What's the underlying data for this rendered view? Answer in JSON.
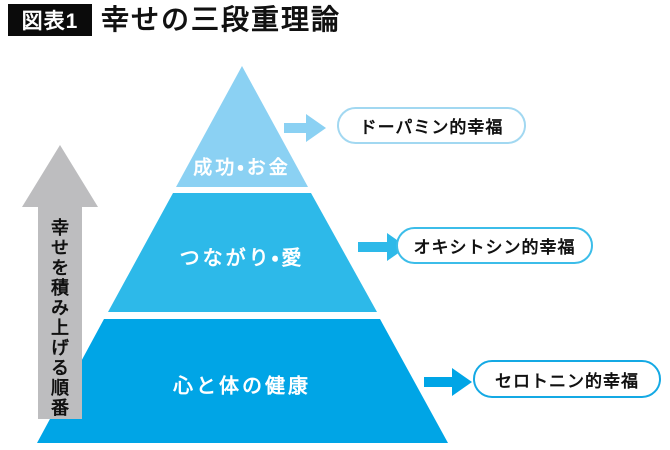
{
  "header": {
    "tag": "図表1",
    "title": "幸せの三段重理論"
  },
  "build_arrow": {
    "label": "幸せを積み上げる順番",
    "color": "#bdbdbf"
  },
  "pyramid": {
    "levels": [
      {
        "rank": 1,
        "label": "成功・お金",
        "happiness": "ドーパミン的幸福",
        "color": "#8bd1f3",
        "pill_border": "#a2d8f1"
      },
      {
        "rank": 2,
        "label": "つながり・愛",
        "happiness": "オキシトシン的幸福",
        "color": "#2db9e9",
        "pill_border": "#3cbde9"
      },
      {
        "rank": 3,
        "label": "心と体の健康",
        "happiness": "セロトニン的幸福",
        "color": "#00a5e6",
        "pill_border": "#14a9e4"
      }
    ]
  },
  "colors": {
    "background": "#ffffff",
    "title_box": "#0b0b0b",
    "text": "#111111",
    "tier_text": "#ffffff"
  }
}
